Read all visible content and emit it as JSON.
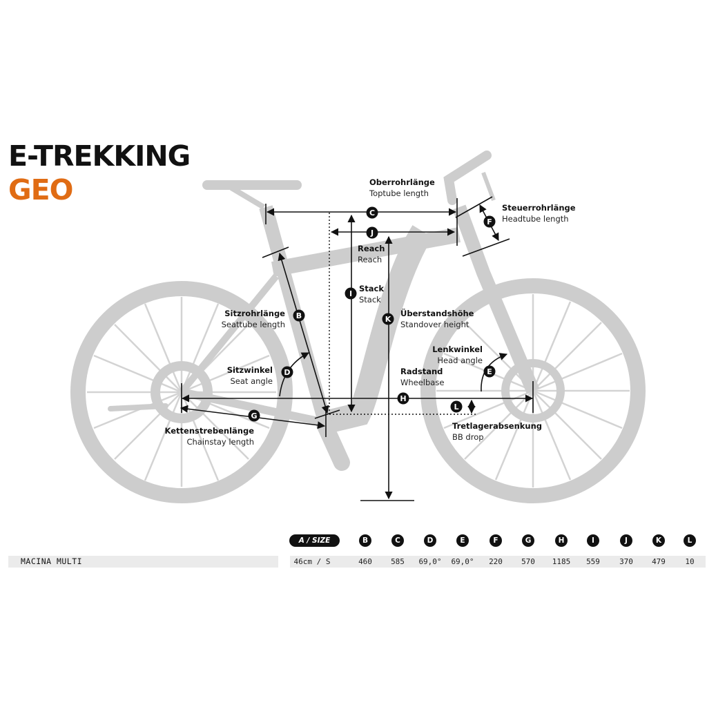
{
  "title": "E-TREKKING",
  "subtitle": "GEO",
  "labels": {
    "C": {
      "de": "Oberrohrlänge",
      "en": "Toptube length"
    },
    "F": {
      "de": "Steuerrohrlänge",
      "en": "Headtube length"
    },
    "J": {
      "de": "Reach",
      "en": "Reach"
    },
    "I": {
      "de": "Stack",
      "en": "Stack"
    },
    "B": {
      "de": "Sitzrohrlänge",
      "en": "Seattube length"
    },
    "K": {
      "de": "Überstandshöhe",
      "en": "Standover height"
    },
    "E": {
      "de": "Lenkwinkel",
      "en": "Head angle"
    },
    "D": {
      "de": "Sitzwinkel",
      "en": "Seat angle"
    },
    "H": {
      "de": "Radstand",
      "en": "Wheelbase"
    },
    "G": {
      "de": "Kettenstrebenlänge",
      "en": "Chainstay length"
    },
    "L": {
      "de": "Tretlagerabsenkung",
      "en": "BB drop"
    }
  },
  "badges": {
    "B": "B",
    "C": "C",
    "D": "D",
    "E": "E",
    "F": "F",
    "G": "G",
    "H": "H",
    "I": "I",
    "J": "J",
    "K": "K",
    "L": "L"
  },
  "colors": {
    "accent": "#e06c14",
    "bike": "#cccccc",
    "ink": "#111111"
  },
  "table": {
    "size_header": "A / SIZE",
    "columns": [
      "B",
      "C",
      "D",
      "E",
      "F",
      "G",
      "H",
      "I",
      "J",
      "K",
      "L"
    ],
    "model": "MACINA MULTI",
    "size": "46cm / S",
    "values": [
      "460",
      "585",
      "69,0°",
      "69,0°",
      "220",
      "570",
      "1185",
      "559",
      "370",
      "479",
      "10"
    ]
  }
}
